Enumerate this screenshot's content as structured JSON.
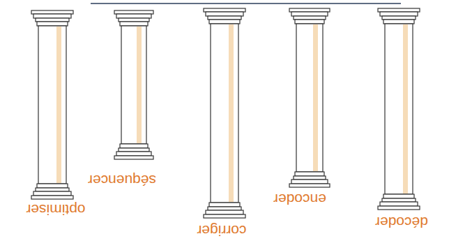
{
  "diagram": {
    "labels": [
      "optimiser",
      "séquencer",
      "corriger",
      "encoder",
      "décoder"
    ]
  }
}
